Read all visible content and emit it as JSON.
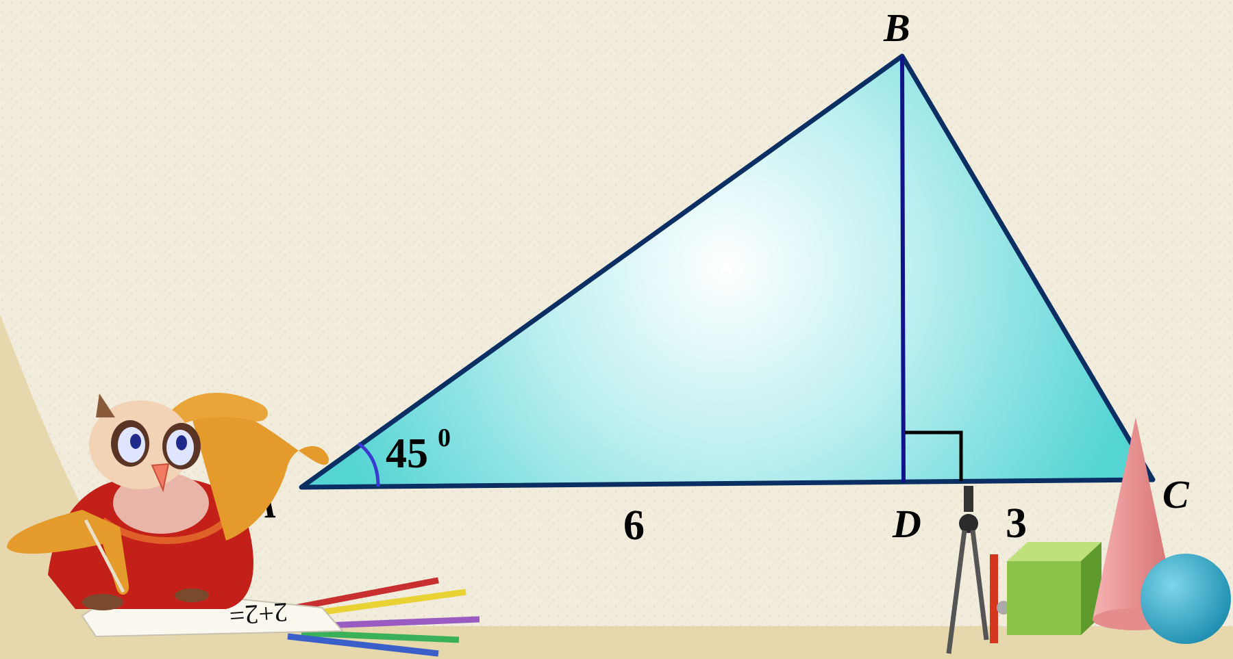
{
  "diagram": {
    "vertices": {
      "A": "A",
      "B": "B",
      "C": "C",
      "D": "D"
    },
    "angle_label": "45",
    "angle_superscript": "0",
    "segment_AD_label": "6",
    "segment_DC_label": "3",
    "paper_scribble": "2+2="
  },
  "colors": {
    "background": "#f1ecdc",
    "triangle_fill": "#7fdcdc",
    "triangle_stroke": "#0b2f63",
    "altitude_stroke": "#12128a",
    "angle_arc": "#3a3ad0",
    "label": "#000000"
  },
  "icons": [
    "owl-mascot",
    "pencils",
    "compass",
    "green-cube",
    "pink-cone",
    "blue-sphere"
  ]
}
